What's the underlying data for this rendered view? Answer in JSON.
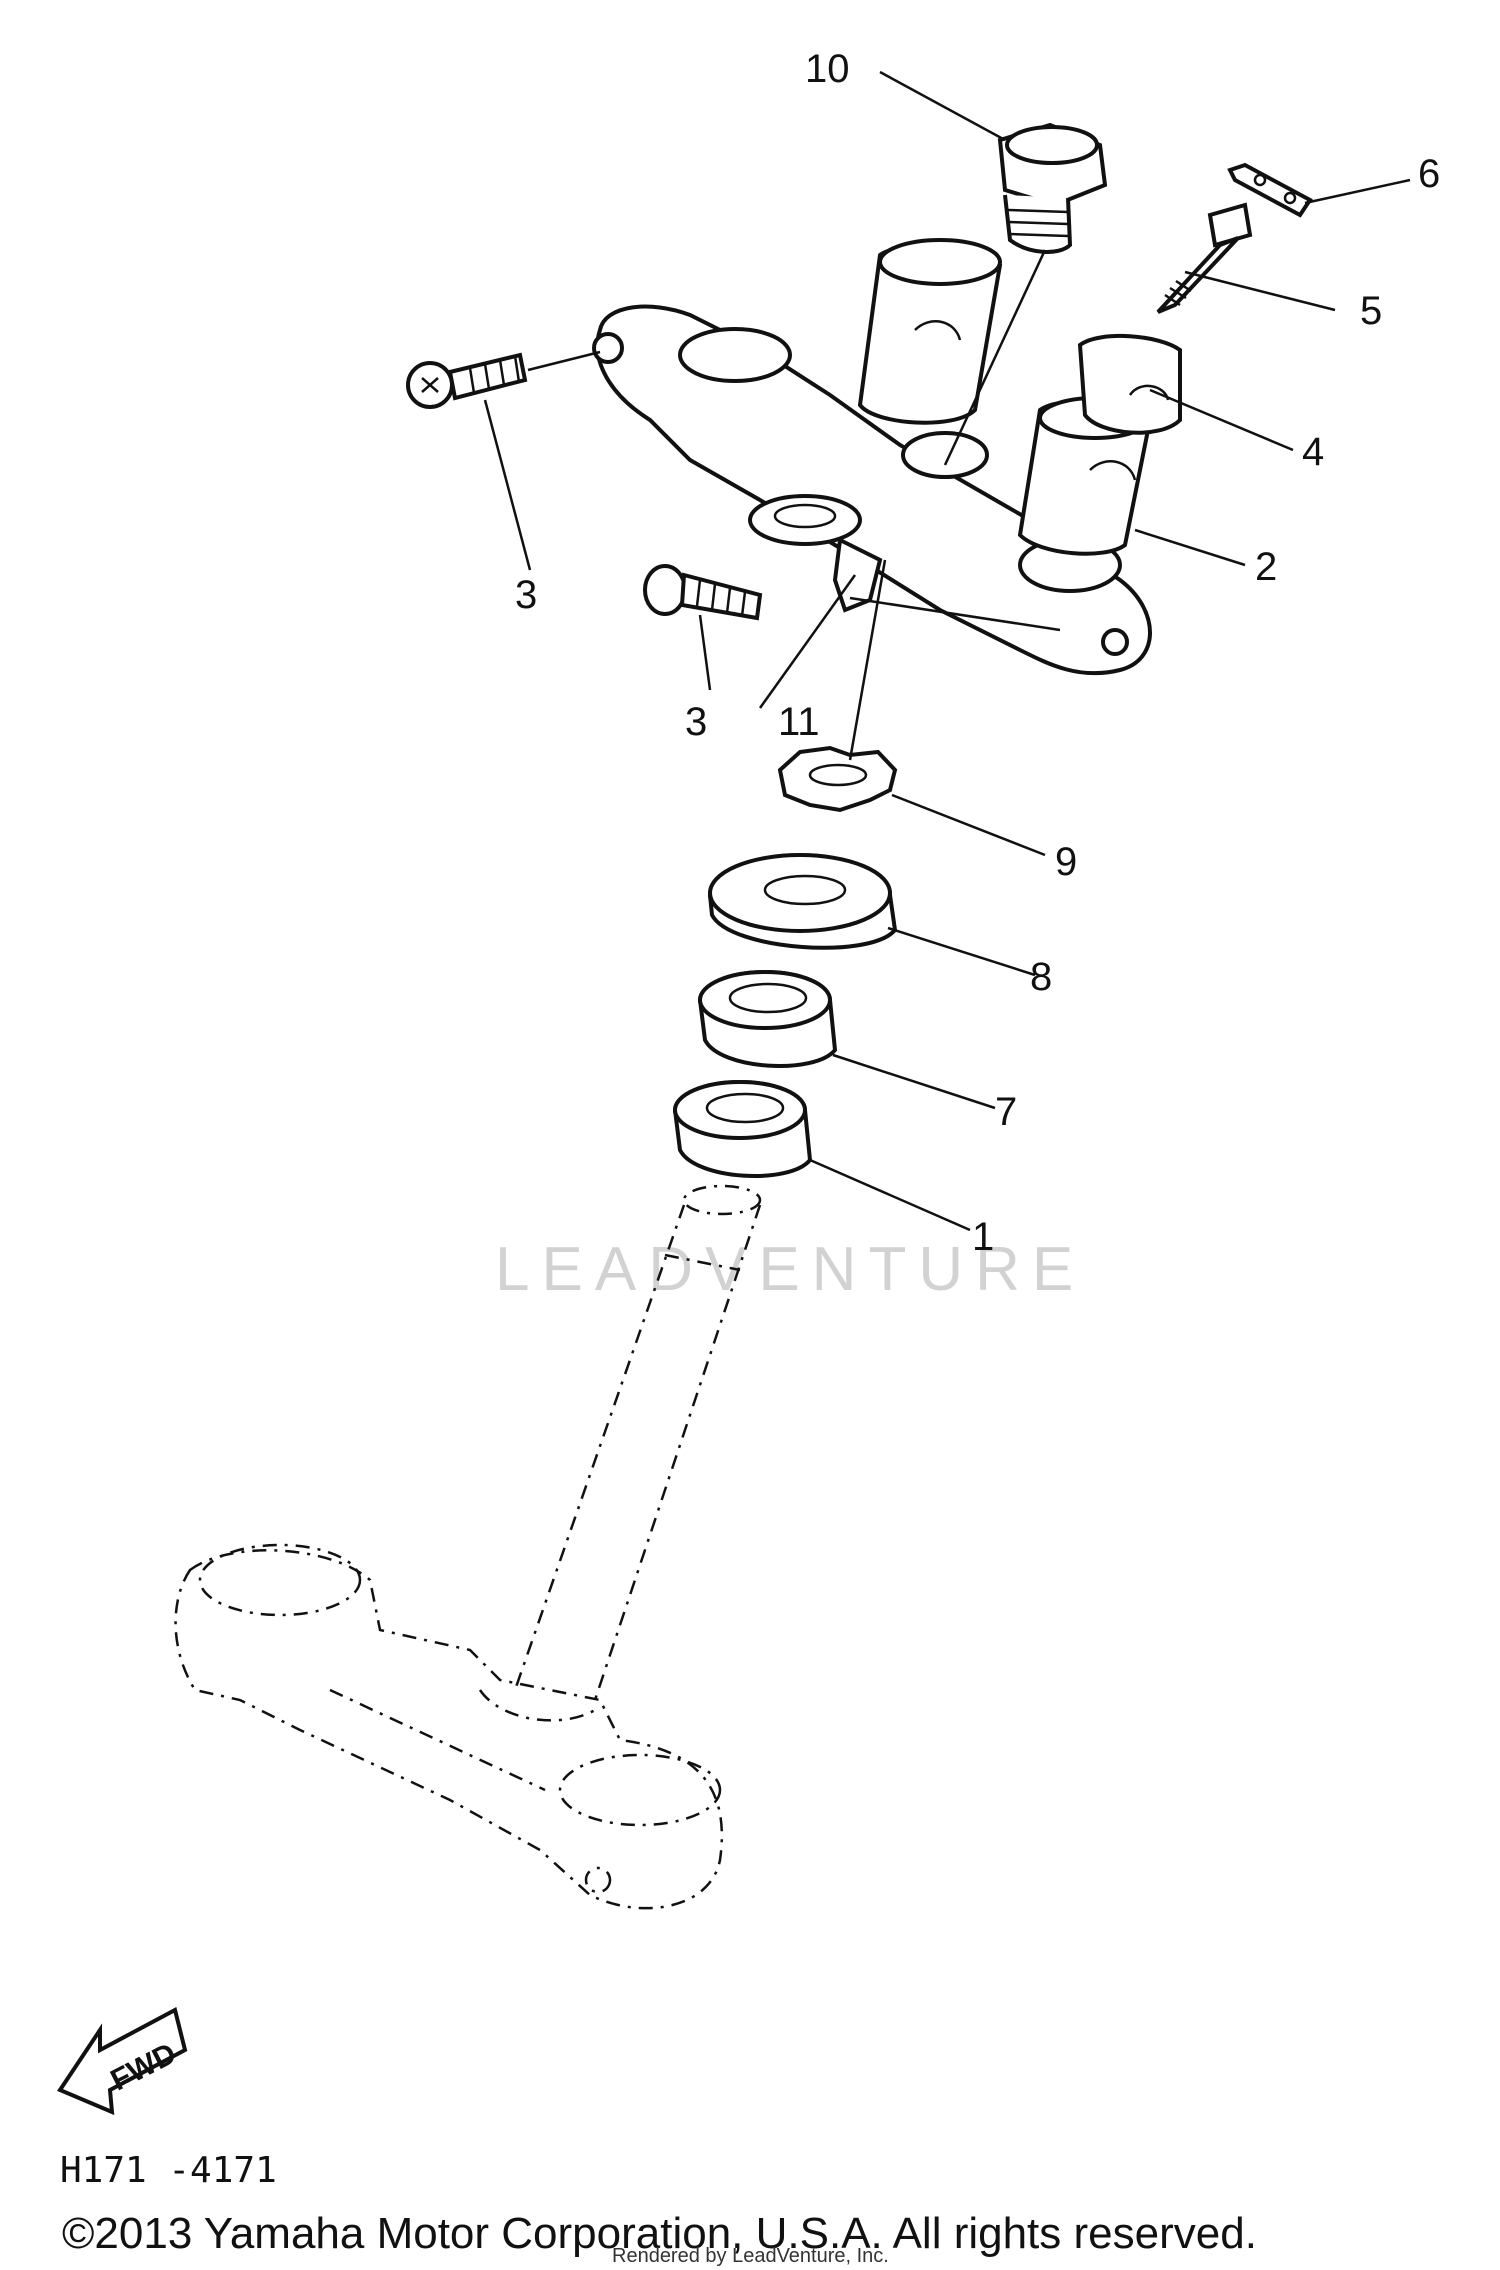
{
  "diagram": {
    "callouts": [
      {
        "id": "10",
        "text": "10"
      },
      {
        "id": "6",
        "text": "6"
      },
      {
        "id": "5",
        "text": "5"
      },
      {
        "id": "4",
        "text": "4"
      },
      {
        "id": "2",
        "text": "2"
      },
      {
        "id": "3a",
        "text": "3"
      },
      {
        "id": "3b",
        "text": "3"
      },
      {
        "id": "11",
        "text": "11"
      },
      {
        "id": "9",
        "text": "9"
      },
      {
        "id": "8",
        "text": "8"
      },
      {
        "id": "7",
        "text": "7"
      },
      {
        "id": "1",
        "text": "1"
      }
    ],
    "watermark": "LEADVENTURE",
    "fwd_label": "FWD",
    "diagram_code": "H171 -4171",
    "copyright": "©2013 Yamaha Motor Corporation, U.S.A. All rights reserved.",
    "rendered_note": "Rendered by LeadVenture, Inc."
  }
}
